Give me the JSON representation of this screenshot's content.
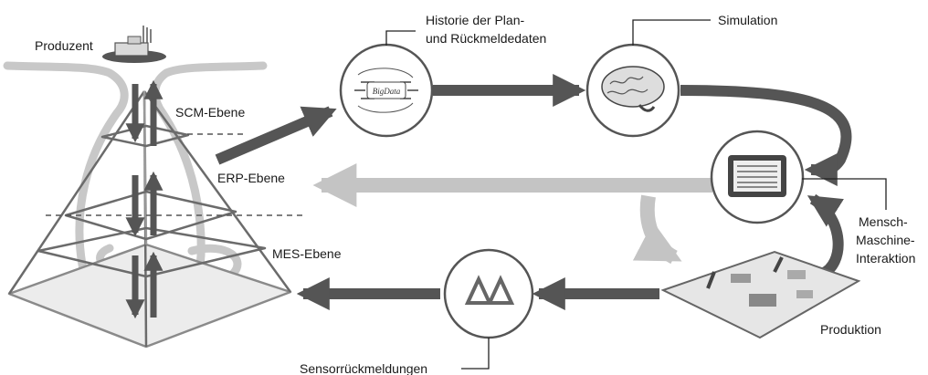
{
  "labels": {
    "produzent": "Produzent",
    "scm": "SCM-Ebene",
    "erp": "ERP-Ebene",
    "mes": "MES-Ebene",
    "historie_1": "Historie der Plan-",
    "historie_2": "und Rückmeldedaten",
    "simulation": "Simulation",
    "mmi_1": "Mensch-",
    "mmi_2": "Maschine-",
    "mmi_3": "Interaktion",
    "produktion": "Produktion",
    "sensor": "Sensorrückmeldungen"
  },
  "bigdata_text": "BigData",
  "colors": {
    "dark_arrow": "#555555",
    "light_arrow": "#c4c4c4",
    "stroke": "#6b6b6b",
    "fill_light": "#efefef"
  }
}
